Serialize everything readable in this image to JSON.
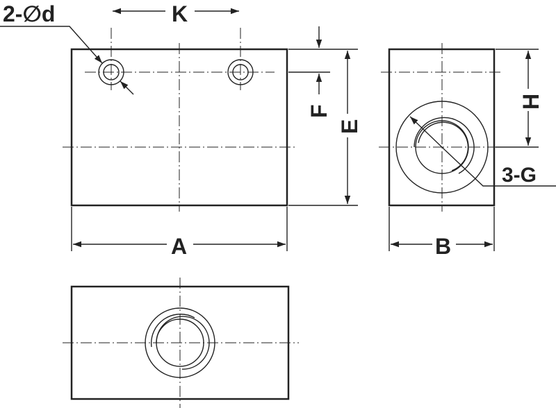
{
  "labels": {
    "hole_callout": "2-∅d",
    "k": "K",
    "f": "F",
    "e": "E",
    "a": "A",
    "b": "B",
    "h": "H",
    "thread_callout": "3-G"
  },
  "colors": {
    "line": "#222222",
    "background": "#ffffff"
  }
}
